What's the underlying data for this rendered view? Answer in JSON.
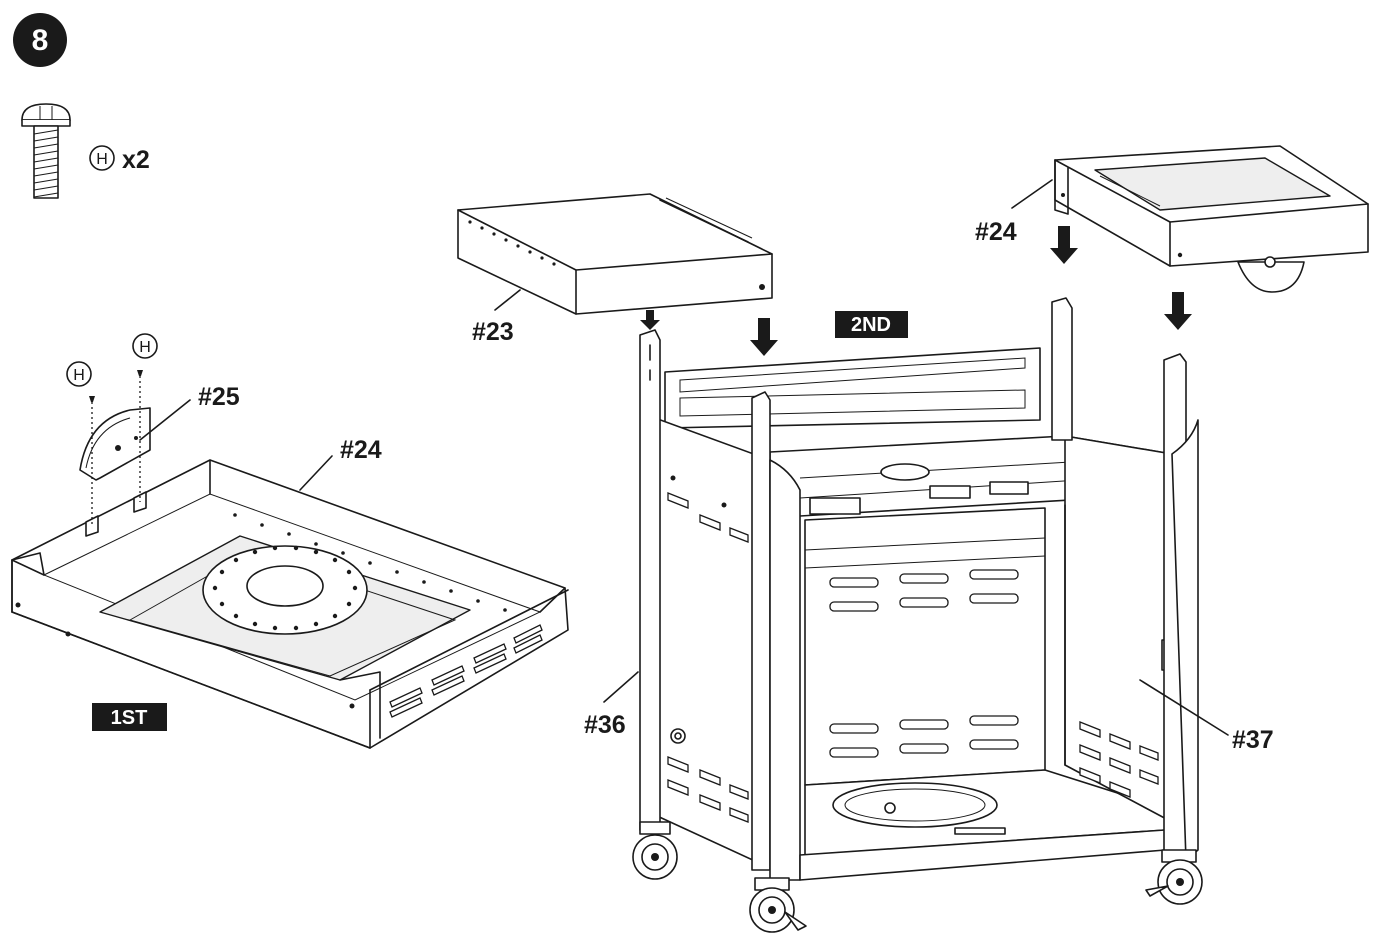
{
  "step": {
    "number": "8"
  },
  "hardware": {
    "letter": "H",
    "quantity": "x2"
  },
  "stage_labels": {
    "first": "1ST",
    "second": "2ND"
  },
  "parts": {
    "p23": "#23",
    "p24_step1": "#24",
    "p24_step2": "#24",
    "p25": "#25",
    "p36": "#36",
    "p37": "#37"
  },
  "callout_letters": {
    "screw_a": "H",
    "screw_b": "H"
  },
  "icons": {
    "step_badge": "step-number-badge",
    "screw": "screw-icon",
    "arrow": "down-arrow-icon",
    "caster": "caster-wheel-icon"
  },
  "colors": {
    "ink": "#1a1a1a",
    "paper": "#ffffff",
    "label_box": "#1a1a1a"
  }
}
